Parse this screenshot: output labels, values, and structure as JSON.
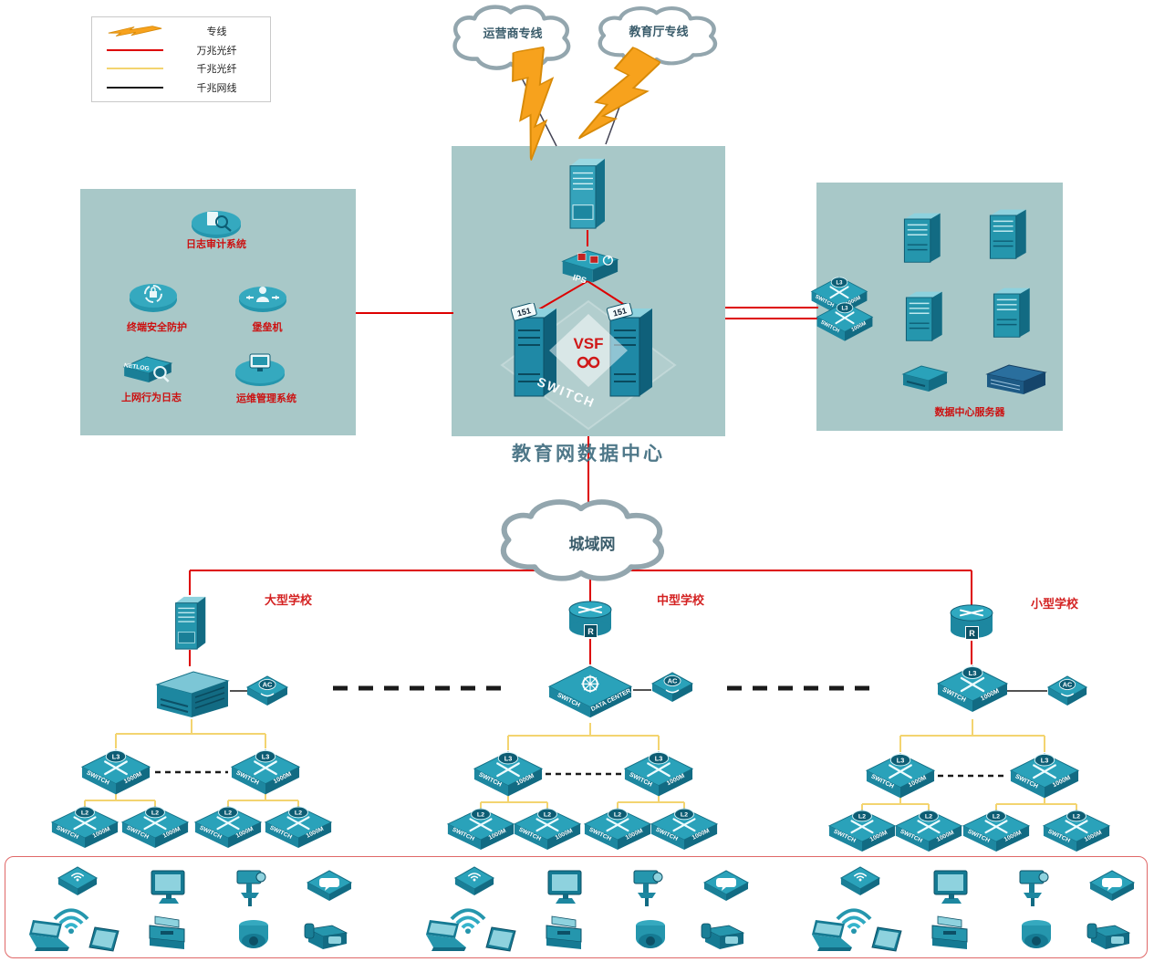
{
  "legend": {
    "items": [
      {
        "label": "专线"
      },
      {
        "label": "万兆光纤"
      },
      {
        "label": "千兆光纤"
      },
      {
        "label": "千兆网线"
      }
    ]
  },
  "clouds": {
    "isp": "运营商专线",
    "edu": "教育厅专线",
    "man": "城域网"
  },
  "center": {
    "title": "教育网数据中心",
    "vsf": "VSF",
    "ips": "IPS",
    "tag": "151",
    "switch_ghost": "SWITCH"
  },
  "left_box": {
    "netlog_tag": "NETLOG",
    "items": [
      {
        "label": "日志审计系统"
      },
      {
        "label": "终端安全防护"
      },
      {
        "label": "堡垒机"
      },
      {
        "label": "上网行为日志"
      },
      {
        "label": "运维管理系统"
      }
    ]
  },
  "right_box": {
    "title": "数据中心服务器"
  },
  "schools": [
    {
      "label": "大型学校"
    },
    {
      "label": "中型学校"
    },
    {
      "label": "小型学校"
    }
  ],
  "sw": {
    "switch": "SWITCH",
    "speed": "1000M",
    "l3": "L3",
    "l2": "L2",
    "ac": "AC",
    "dc": "DATA CENTER",
    "r": "R"
  },
  "colors": {
    "line_10g_fiber": "#dd0000",
    "line_1g_fiber": "#f3d470",
    "line_1g_copper": "#1a1a1a",
    "zone_bg": "#a8c8c8",
    "device_teal": "#2596ad",
    "accent_red": "#cc1111",
    "lightning_orange": "#f7a21d"
  }
}
